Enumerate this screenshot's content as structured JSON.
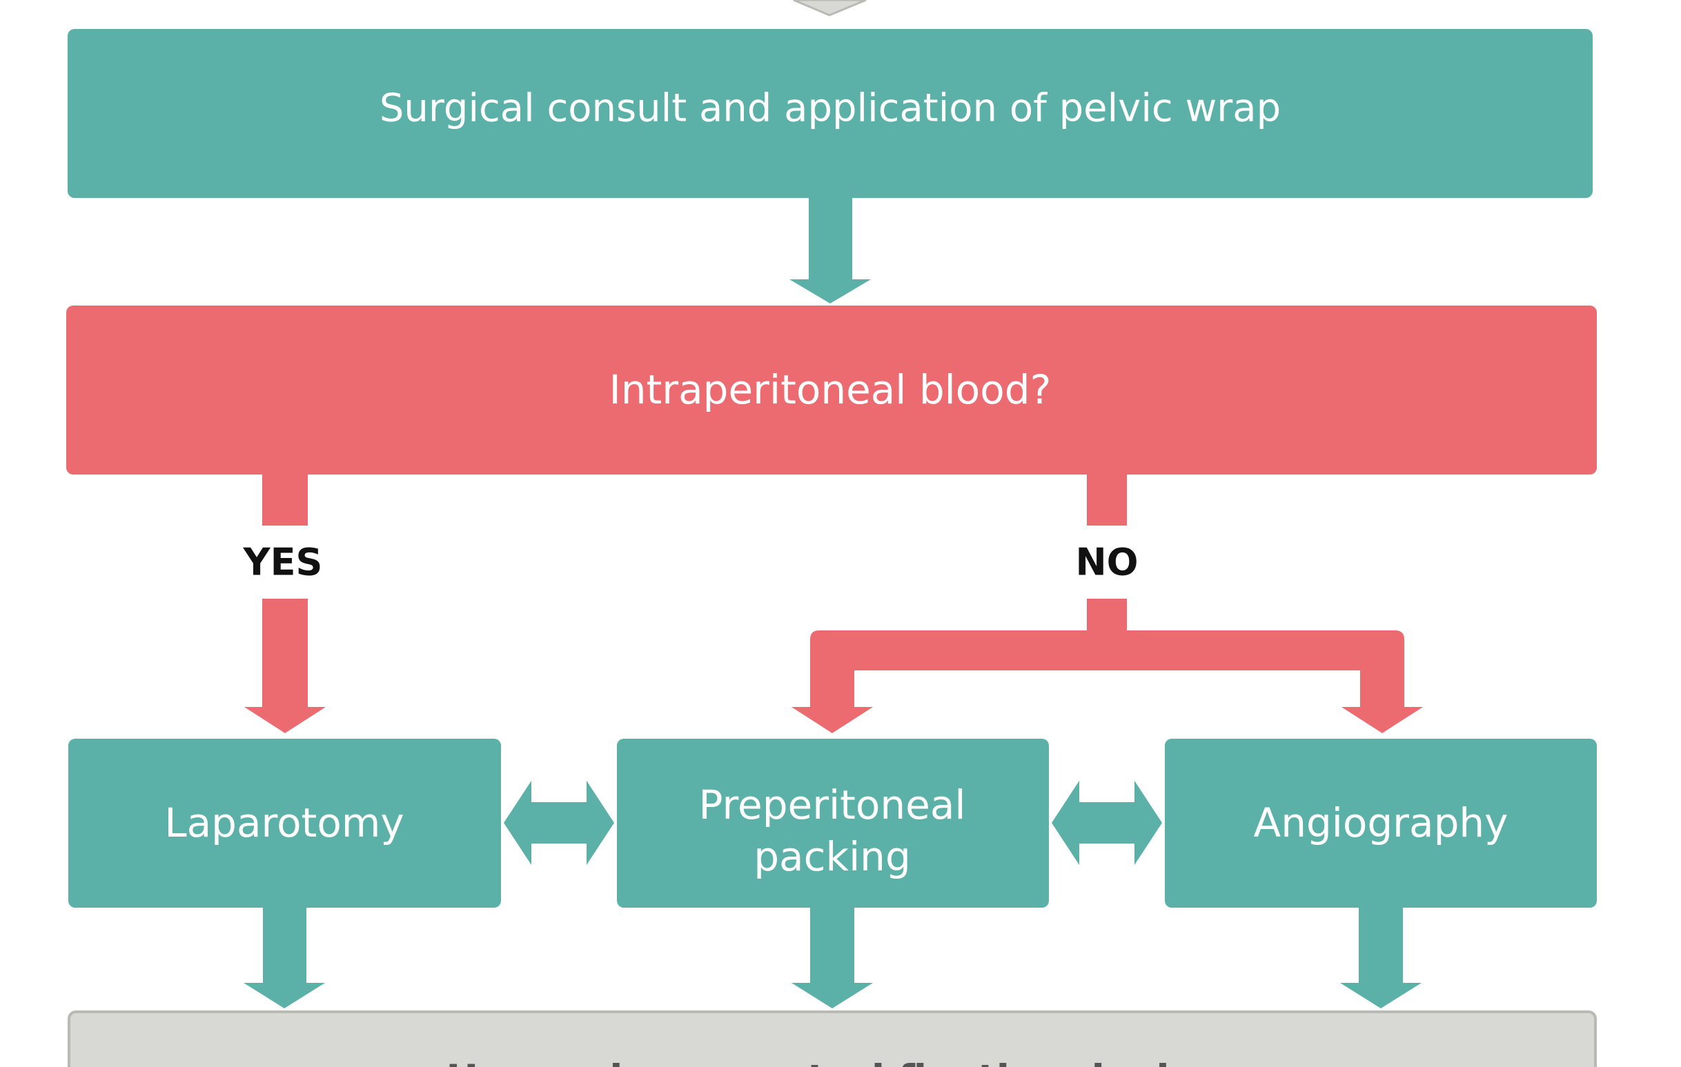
{
  "colors": {
    "teal": "#5bb1a8",
    "red": "#ec6b71",
    "gray": "#d8d9d4",
    "gray_border": "#b9bab4"
  },
  "nodes": {
    "surgical": "Surgical consult and application of pelvic wrap",
    "question": "Intraperitoneal blood?",
    "laparotomy": "Laparotomy",
    "preperitoneal_line1": "Preperitoneal",
    "preperitoneal_line2": "packing",
    "angiography": "Angiography",
    "hemorrhage": "Hemorrhage control fixation device"
  },
  "branches": {
    "yes": "YES",
    "no": "NO"
  }
}
